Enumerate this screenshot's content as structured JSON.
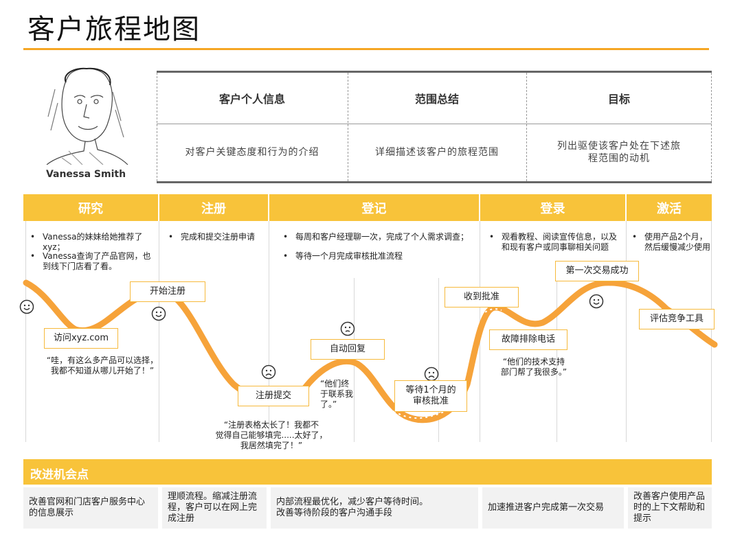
{
  "title": "客户旅程地图",
  "persona": {
    "name": "Vanessa Smith",
    "portrait_icon": "sketch-portrait-icon"
  },
  "info": {
    "columns": [
      {
        "header": "客户个人信息",
        "body": "对客户关键态度和行为的介绍"
      },
      {
        "header": "范围总结",
        "body": "详细描述该客户的旅程范围"
      },
      {
        "header": "目标",
        "body_line1": "列出驱使该客户处在下述旅",
        "body_line2": "程范围的动机"
      }
    ]
  },
  "stages": [
    "研究",
    "注册",
    "登记",
    "登录",
    "激活"
  ],
  "stage_notes": {
    "research": [
      "Vanessa的妹妹给她推荐了xyz；",
      "Vanessa查询了产品官网，也",
      "到线下门店看了看。"
    ],
    "register": [
      "完成和提交注册申请"
    ],
    "enroll": [
      "每周和客户经理聊一次，完成了个人需求调查；",
      "等待一个月完成审核批准流程"
    ],
    "login": [
      "观看教程、阅读宣传信息，以及",
      "和现有客户或同事聊相关问题"
    ],
    "activate": [
      "使用产品2个月，",
      "然后缓慢减少使用"
    ]
  },
  "touchpoints": {
    "visit": "访问xyz.com",
    "start_register": "开始注册",
    "submit_register": "注册提交",
    "auto_reply": "自动回复",
    "wait_line1": "等待1个月的",
    "wait_line2": "审核批准",
    "approved": "收到批准",
    "troubleshoot": "故障排除电话",
    "first_trade": "第一次交易成功",
    "evaluate": "评估竞争工具"
  },
  "quotes": {
    "q1_line1": "“哇，有这么多产品可以选择，",
    "q1_line2": "我都不知道从哪儿开始了！”",
    "q2_line1": "“注册表格太长了！我都不",
    "q2_line2": "觉得自己能够填完.....太好了，",
    "q2_line3": "我居然填完了！”",
    "q3_line1": "“他们终",
    "q3_line2": "于联系我",
    "q3_line3": "了。”",
    "q4_line1": "“他们的技术支持",
    "q4_line2": "部门帮了我很多。”"
  },
  "opportunities": {
    "title": "改进机会点",
    "cells": [
      {
        "l1": "改善官网和门店客户服务中心",
        "l2": "的信息展示"
      },
      {
        "l1": "理顺流程。缩减注册流",
        "l2": "程，客户可以在网上完",
        "l3": "成注册"
      },
      {
        "l1": "内部流程最优化，减少客户等待时间。",
        "l2": "改善等待阶段的客户沟通手段"
      },
      {
        "l1": "加速推进客户完成第一次交易"
      },
      {
        "l1": "改善客户使用产品",
        "l2": "时的上下文帮助和",
        "l3": "提示"
      }
    ]
  },
  "colors": {
    "accent": "#f8c33a",
    "curve": "#f6a33a",
    "rule": "#f5a623"
  }
}
